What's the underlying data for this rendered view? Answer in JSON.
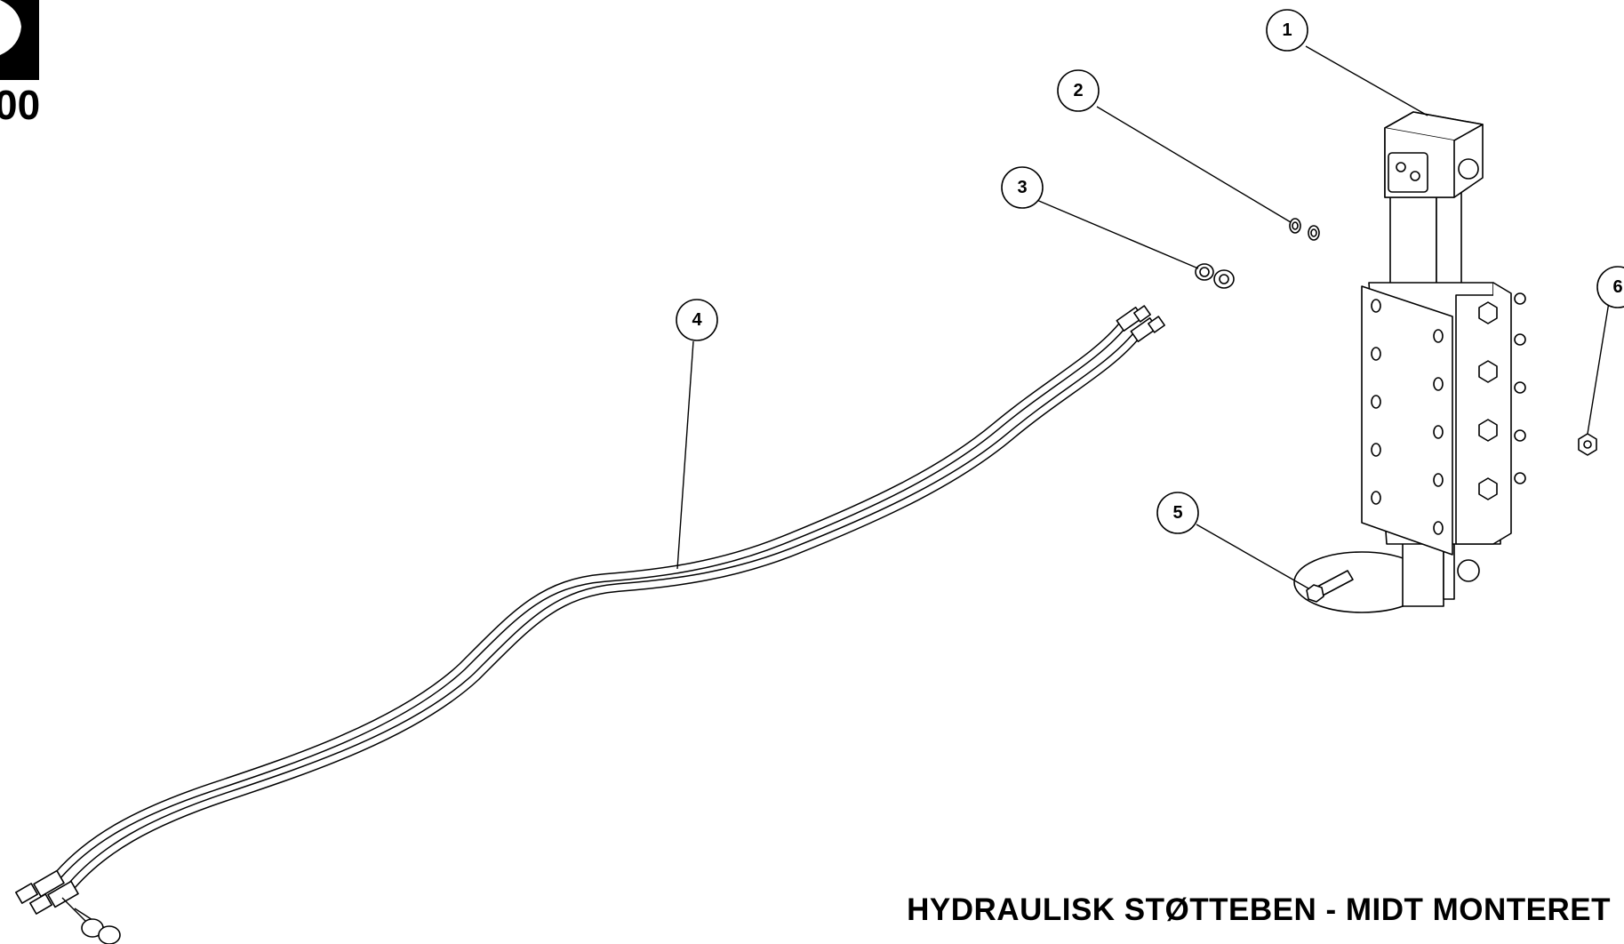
{
  "title": "HYDRAULISK STØTTEBEN - MIDT MONTERET",
  "callouts": [
    "1",
    "2",
    "3",
    "4",
    "5",
    "6"
  ],
  "logo": {
    "partial_text": "00"
  }
}
